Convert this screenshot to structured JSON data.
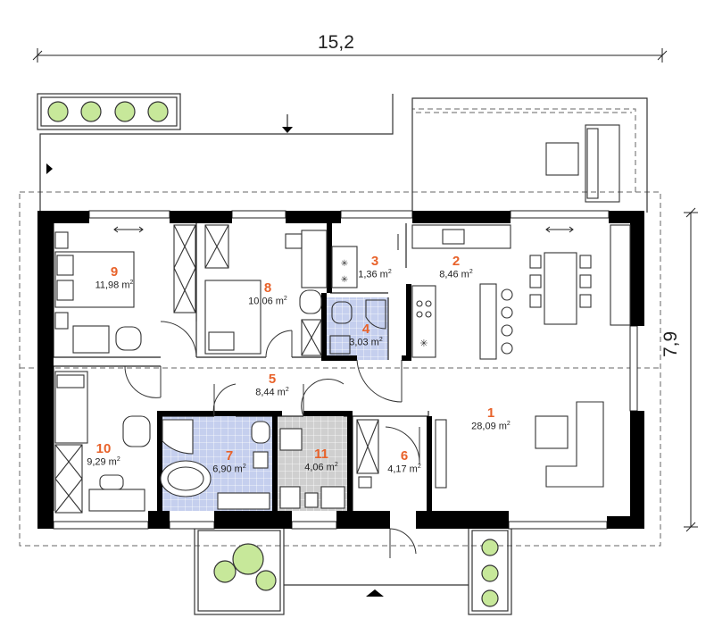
{
  "dimensions": {
    "width_label": "15,2",
    "depth_label": "7,9"
  },
  "area_unit": "m",
  "area_unit_power": "2",
  "colors": {
    "wall": "#000000",
    "room_number": "#e8622a",
    "bath_tile": "#c5cfee",
    "utility_tile": "#cfcfcf",
    "plant": "#c7e89a"
  },
  "rooms": [
    {
      "number": "1",
      "area": "28,09 m"
    },
    {
      "number": "2",
      "area": "8,46 m"
    },
    {
      "number": "3",
      "area": "1,36 m"
    },
    {
      "number": "4",
      "area": "3,03 m"
    },
    {
      "number": "5",
      "area": "8,44 m"
    },
    {
      "number": "6",
      "area": "4,17 m"
    },
    {
      "number": "7",
      "area": "6,90 m"
    },
    {
      "number": "8",
      "area": "10,06 m"
    },
    {
      "number": "9",
      "area": "11,98 m"
    },
    {
      "number": "10",
      "area": "9,29 m"
    },
    {
      "number": "11",
      "area": "4,06 m"
    }
  ]
}
